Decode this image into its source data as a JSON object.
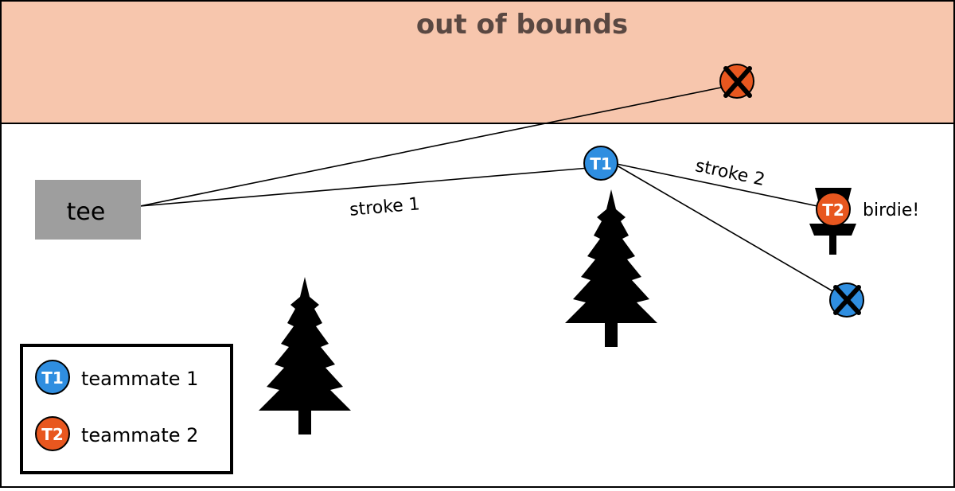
{
  "title": "out of bounds",
  "tee_label": "tee",
  "annotations": {
    "stroke1": "stroke 1",
    "stroke2": "stroke 2",
    "result": "birdie!"
  },
  "markers": {
    "t1": "T1",
    "t2": "T2"
  },
  "legend": {
    "items": [
      {
        "badge": "T1",
        "label": "teammate 1",
        "color": "#2f8ee0"
      },
      {
        "badge": "T2",
        "label": "teammate 2",
        "color": "#e8571f"
      }
    ]
  },
  "colors": {
    "out_of_bounds_fill": "#f7c6ad",
    "title_text": "#5a4842",
    "tee_fill": "#9e9e9e",
    "teammate1": "#2f8ee0",
    "teammate2": "#e8571f",
    "line": "#000000",
    "tree": "#000000"
  }
}
